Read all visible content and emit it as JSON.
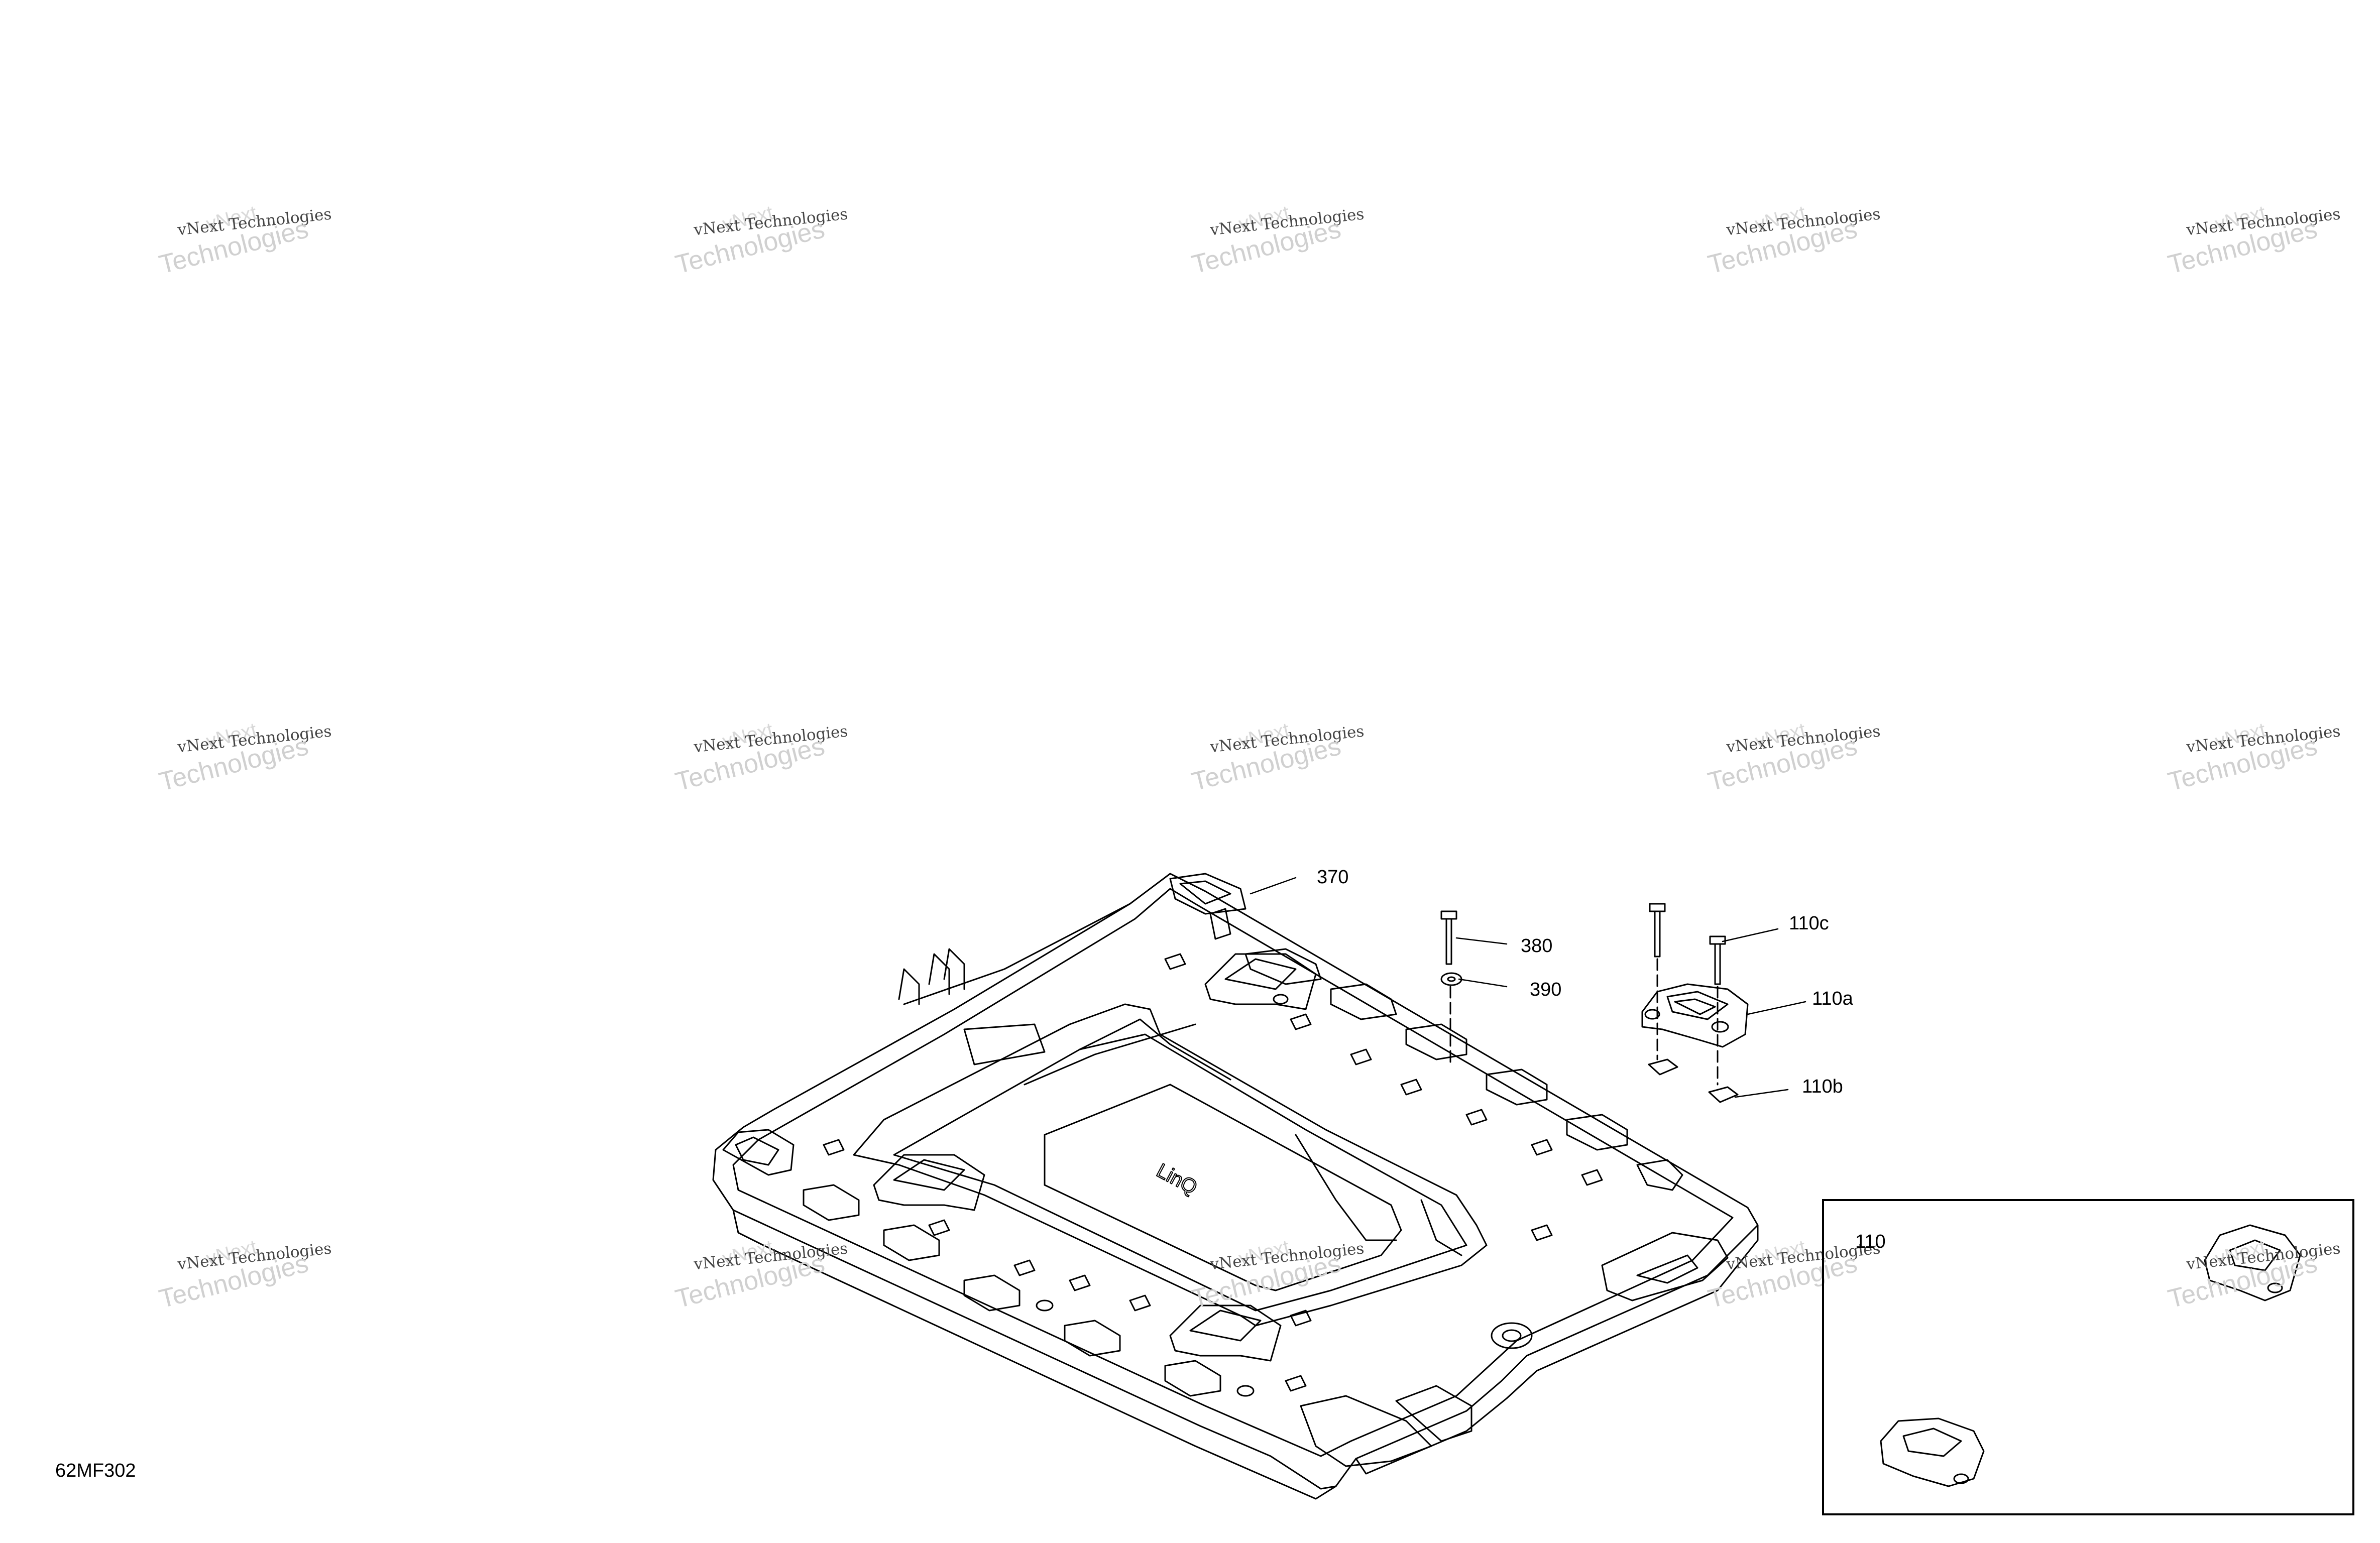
{
  "figure_code": "62MF302",
  "callouts": {
    "c370": "370",
    "c380": "380",
    "c390": "390",
    "c110c": "110c",
    "c110a": "110a",
    "c110b": "110b"
  },
  "inset": {
    "label": "110"
  },
  "watermark": {
    "line1": "vNext",
    "line2": "vNext Technologies",
    "line3": "Technologies"
  },
  "colors": {
    "line": "#000000",
    "watermark": "#d8d8d8"
  }
}
